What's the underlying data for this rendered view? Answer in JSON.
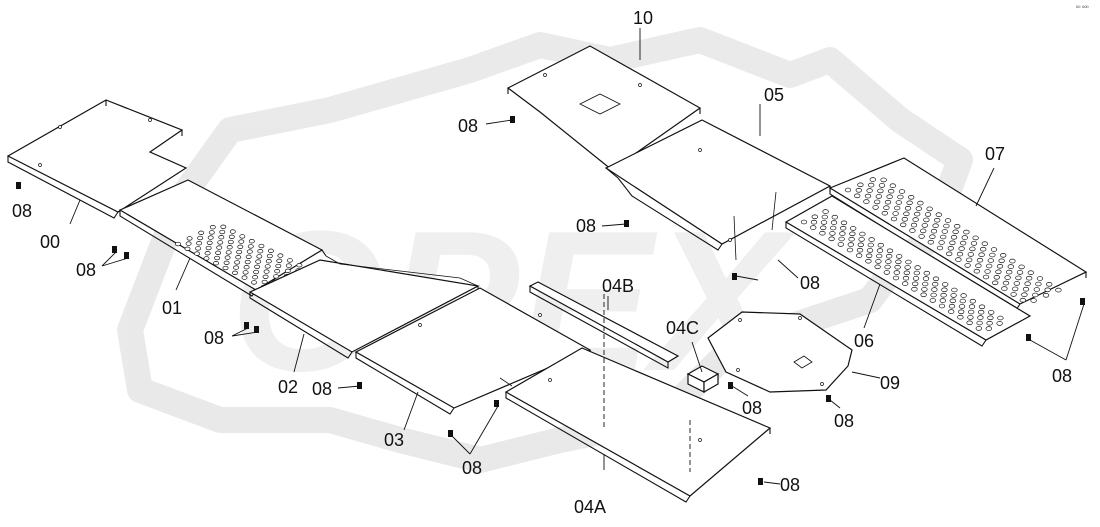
{
  "watermark": {
    "text": "OPEX",
    "color": "#dcdcdc"
  },
  "corner_note": "ºº ººº",
  "labels": {
    "p00": "00",
    "p01": "01",
    "p02": "02",
    "p03": "03",
    "p04a": "04A",
    "p04b": "04B",
    "p04c": "04C",
    "p05": "05",
    "p06": "06",
    "p07": "07",
    "p08": "08",
    "p09": "09",
    "p10": "10"
  },
  "colors": {
    "line": "#111111",
    "background": "#ffffff"
  }
}
